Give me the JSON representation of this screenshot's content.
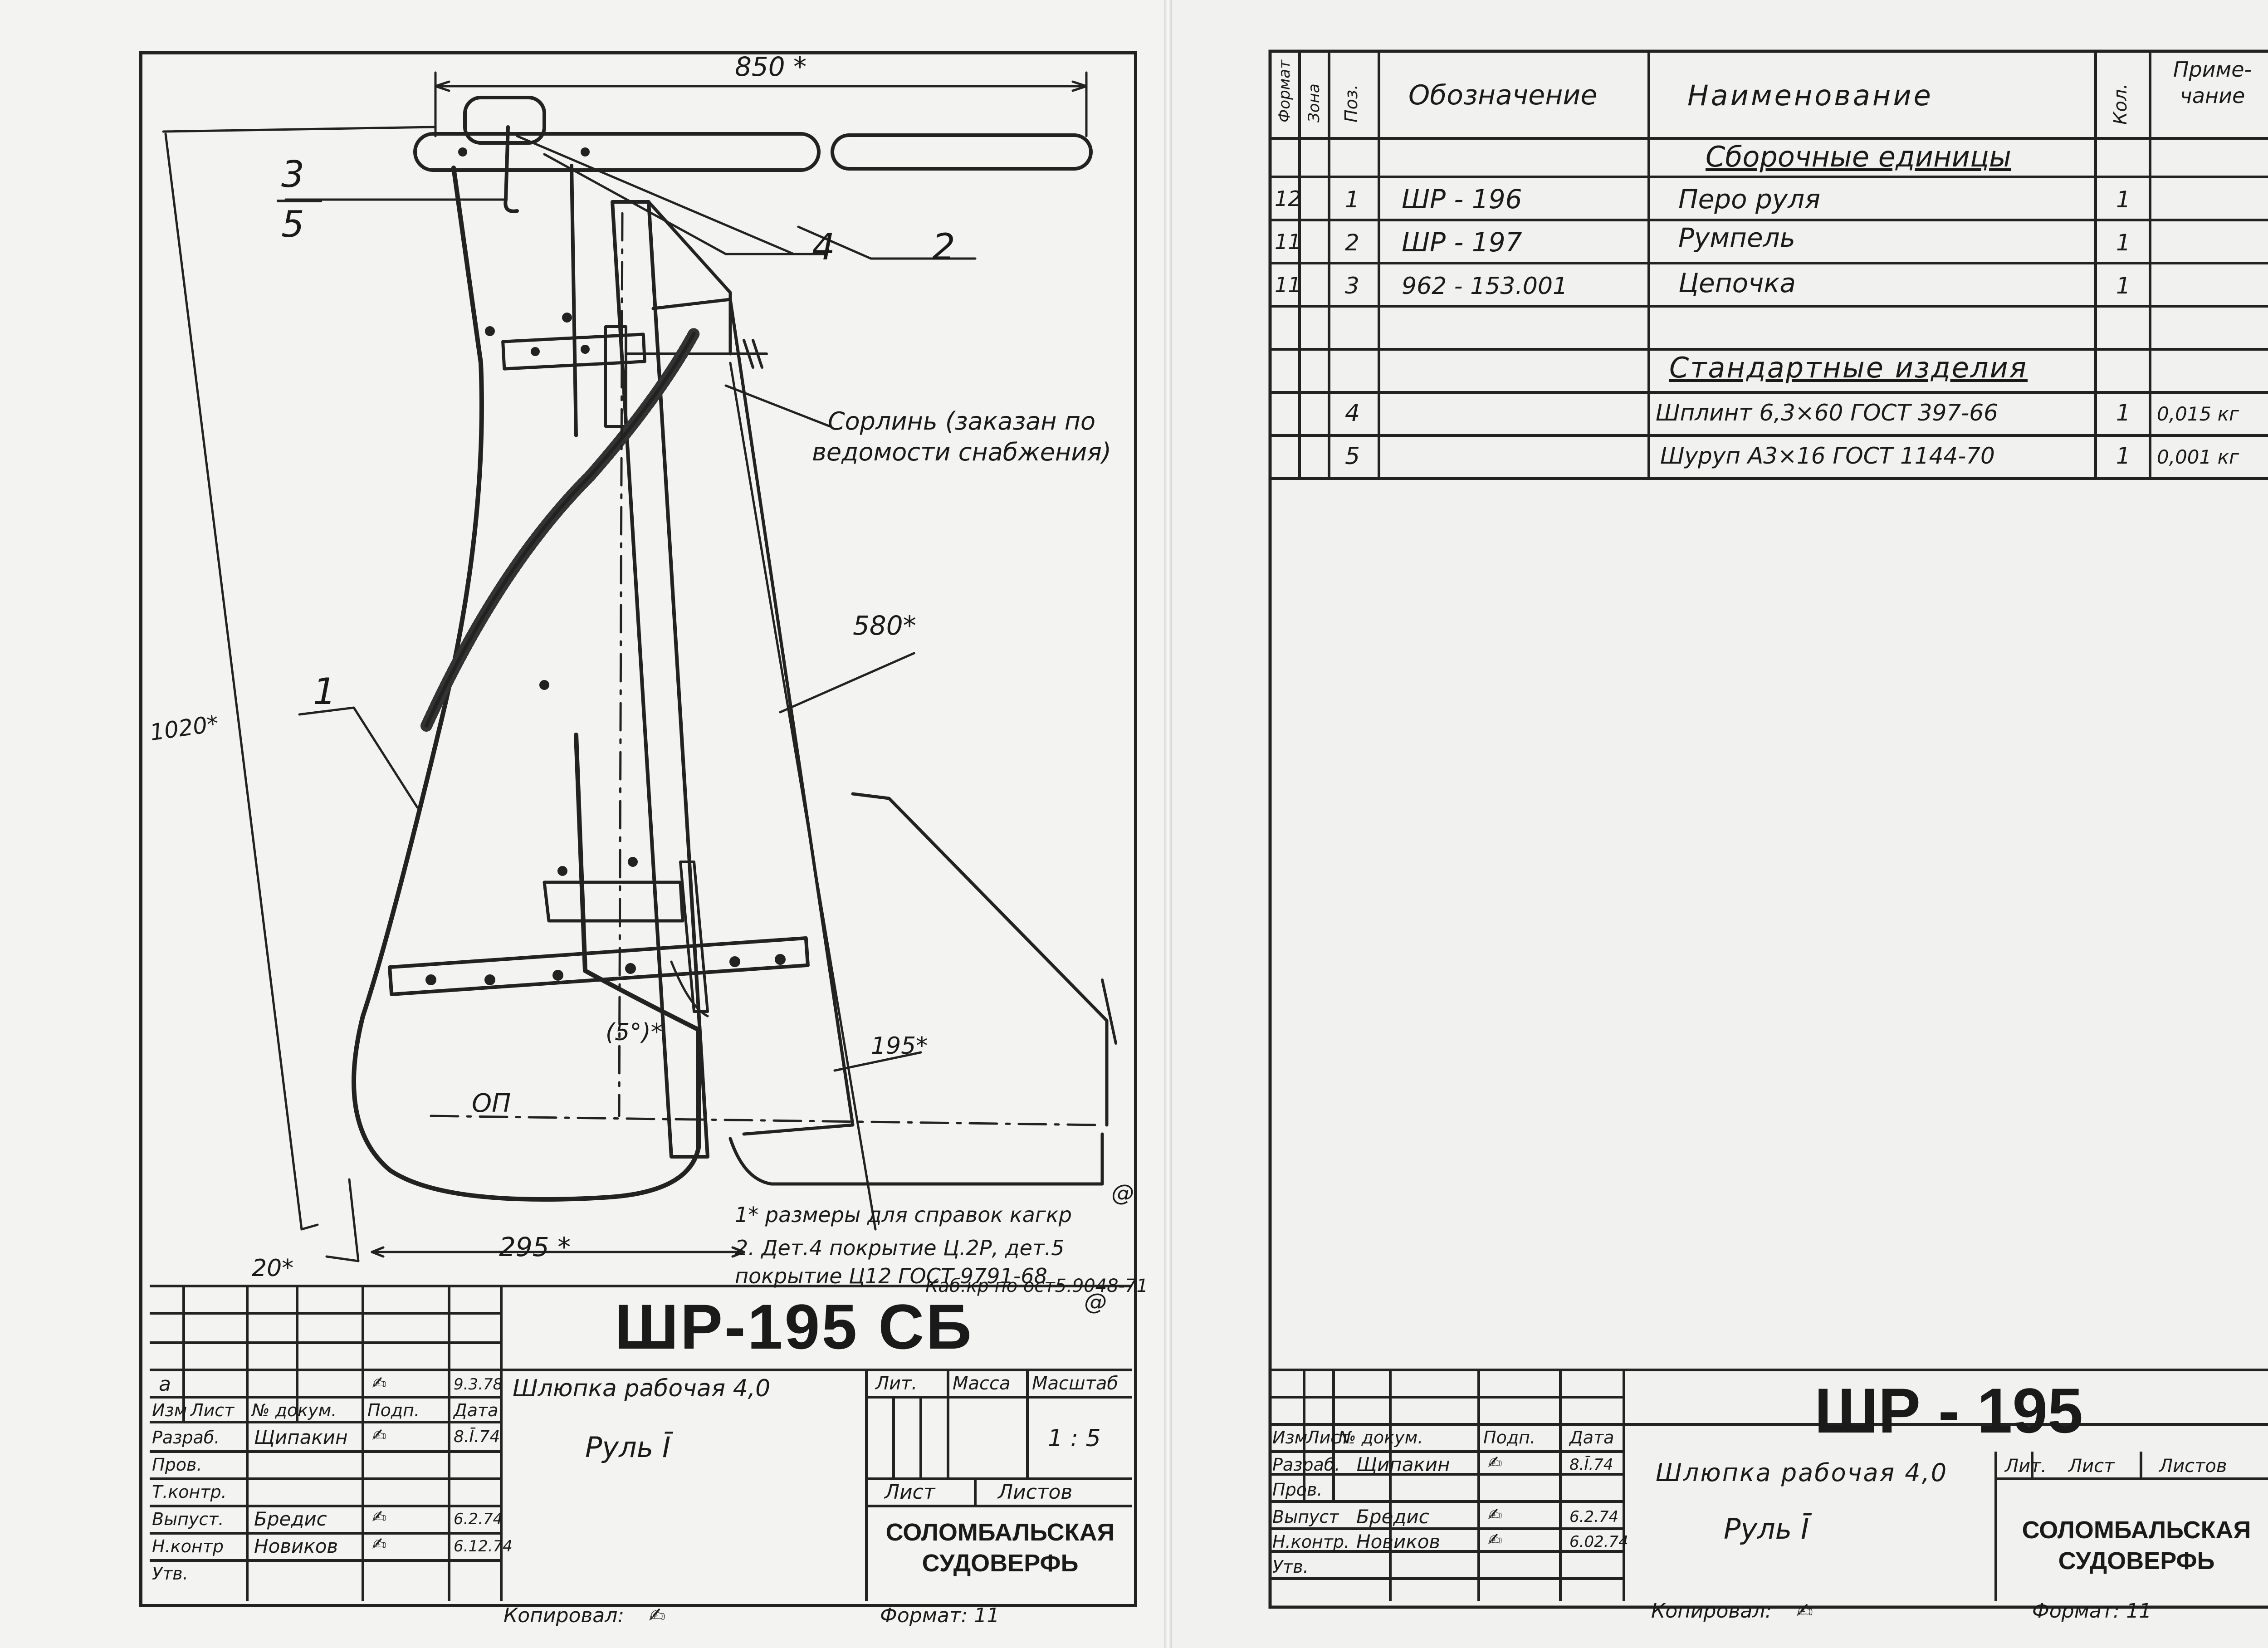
{
  "left_sheet": {
    "dimensions": {
      "overall_width": "850 *",
      "height": "1020*",
      "length_580": "580*",
      "length_195": "195*",
      "length_295": "295 *",
      "length_20": "20*",
      "angle": "(5°)*"
    },
    "leaders": {
      "pos3": "3",
      "pos5": "5",
      "pos4": "4",
      "pos2": "2",
      "pos1": "1"
    },
    "baseline_label": "ОП",
    "rope_note": "Сорлинь (заказан по ведомости снабжения)",
    "notes": [
      "1* размеры для справок кагкр",
      "2. Дет.4 покрытие Ц.2Р, дет.5 покрытие Ц12 ГОСТ 9791-68",
      "Каб.кр по ост5.9048-71"
    ],
    "at_marks": [
      "@",
      "@"
    ],
    "title_block": {
      "designation": "ШР-195 СБ",
      "product": "Шлюпка рабочая 4,0",
      "part": "Руль Ī",
      "rev_letter": "а",
      "rev_date": "9.3.78",
      "headers": [
        "Изм",
        "Лист",
        "№ докум.",
        "Подп.",
        "Дата"
      ],
      "roles": [
        {
          "role": "Разраб.",
          "name": "Щипакин",
          "date": "8.Ī.74"
        },
        {
          "role": "Пров.",
          "name": "",
          "date": ""
        },
        {
          "role": "Т.контр.",
          "name": "",
          "date": ""
        },
        {
          "role": "Выпуст.",
          "name": "Бредис",
          "date": "6.2.74"
        },
        {
          "role": "Н.контр",
          "name": "Новиков",
          "date": "6.12.74"
        },
        {
          "role": "Утв.",
          "name": "",
          "date": ""
        }
      ],
      "lit_label": "Лит.",
      "mass_label": "Масса",
      "scale_label": "Масштаб",
      "scale": "1 : 5",
      "sheet_label": "Лист",
      "sheets_label": "Листов",
      "organization": "СОЛОМБАЛЬСКАЯ СУДОВЕРФЬ"
    },
    "footer": {
      "copied_label": "Копировал:",
      "format_label": "Формат: 11"
    }
  },
  "right_sheet": {
    "spec_headers": {
      "format": "Формат",
      "zone": "Зона",
      "pos": "Поз.",
      "designation": "Обозначение",
      "name": "Наименование",
      "qty": "Кол.",
      "note": "Приме-чание"
    },
    "section_assemblies": "Сборочные единицы",
    "assemblies": [
      {
        "format": "12",
        "pos": "1",
        "designation": "ШР - 196",
        "name": "Перо руля",
        "qty": "1",
        "note": ""
      },
      {
        "format": "11",
        "pos": "2",
        "designation": "ШР - 197",
        "name": "Румпель",
        "qty": "1",
        "note": ""
      },
      {
        "format": "11",
        "pos": "3",
        "designation": "962 - 153.001",
        "name": "Цепочка",
        "qty": "1",
        "note": ""
      }
    ],
    "section_standard": "Стандартные изделия",
    "standard": [
      {
        "pos": "4",
        "name": "Шплинт 6,3×60 ГОСТ 397-66",
        "qty": "1",
        "note": "0,015 кг"
      },
      {
        "pos": "5",
        "name": "Шуруп А3×16 ГОСТ 1144-70",
        "qty": "1",
        "note": "0,001 кг"
      }
    ],
    "title_block": {
      "designation": "ШР - 195",
      "product": "Шлюпка рабочая 4,0",
      "part": "Руль Ī",
      "headers": [
        "Изм",
        "Лист",
        "№ докум.",
        "Подп.",
        "Дата"
      ],
      "roles": [
        {
          "role": "Разраб.",
          "name": "Щипакин",
          "date": "8.Ī.74"
        },
        {
          "role": "Пров.",
          "name": "",
          "date": ""
        },
        {
          "role": "Выпуст",
          "name": "Бредис",
          "date": "6.2.74"
        },
        {
          "role": "Н.контр.",
          "name": "Новиков",
          "date": "6.02.74"
        },
        {
          "role": "Утв.",
          "name": "",
          "date": ""
        }
      ],
      "lit_label": "Лит.",
      "sheet_label": "Лист",
      "sheets_label": "Листов",
      "organization": "СОЛОМБАЛЬСКАЯ СУДОВЕРФЬ"
    },
    "footer": {
      "copied_label": "Копировал:",
      "format_label": "Формат: 11"
    }
  },
  "colors": {
    "paper": "#f3f3f1",
    "ink": "#1b1b1b"
  }
}
